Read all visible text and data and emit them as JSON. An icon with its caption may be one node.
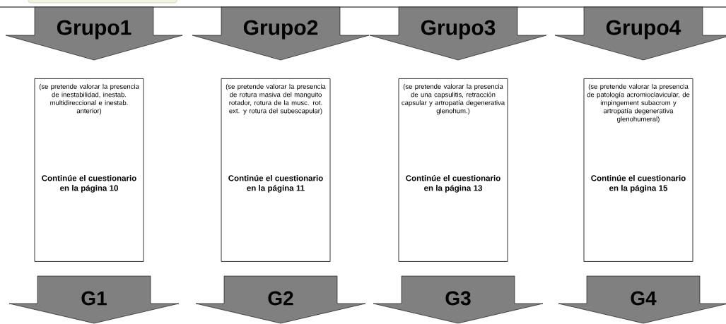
{
  "diagram": {
    "nodes": [
      {
        "text": [
          "Grupo1"
        ]
      },
      {
        "text": [
          "Grupo2"
        ]
      },
      {
        "text": [
          "Grupo3"
        ]
      },
      {
        "text": [
          "Grupo4"
        ]
      },
      {
        "text": [
          "(se pretende valorar la presencia de inestabilidad, inestab. multidireccional e inestab. anterior)",
          "Continúe el cuestionario en la página 10"
        ]
      },
      {
        "text": [
          "(se pretende valorar la presencia de rotura masiva del manguito rotador, rotura de la musc. rot. ext. y rotura del subescapular)",
          "Continúe el cuestionario en la página 11"
        ]
      },
      {
        "text": [
          "(se pretende valorar la presencia de una capsulitis, retracción capsular y artropatía degenerativa glenohum.)",
          "Continúe el cuestionario en la página 13"
        ]
      },
      {
        "text": [
          "(se pretende valorar la presencia de patología acromioclavicular, de impingement subacrom y artropatía degenerativa glenohumeral)",
          "Continúe el cuestionario en la página 15"
        ]
      },
      {
        "text": [
          "G1"
        ]
      },
      {
        "text": [
          "G2"
        ]
      },
      {
        "text": [
          "G3"
        ]
      },
      {
        "text": [
          "G4"
        ]
      }
    ]
  }
}
